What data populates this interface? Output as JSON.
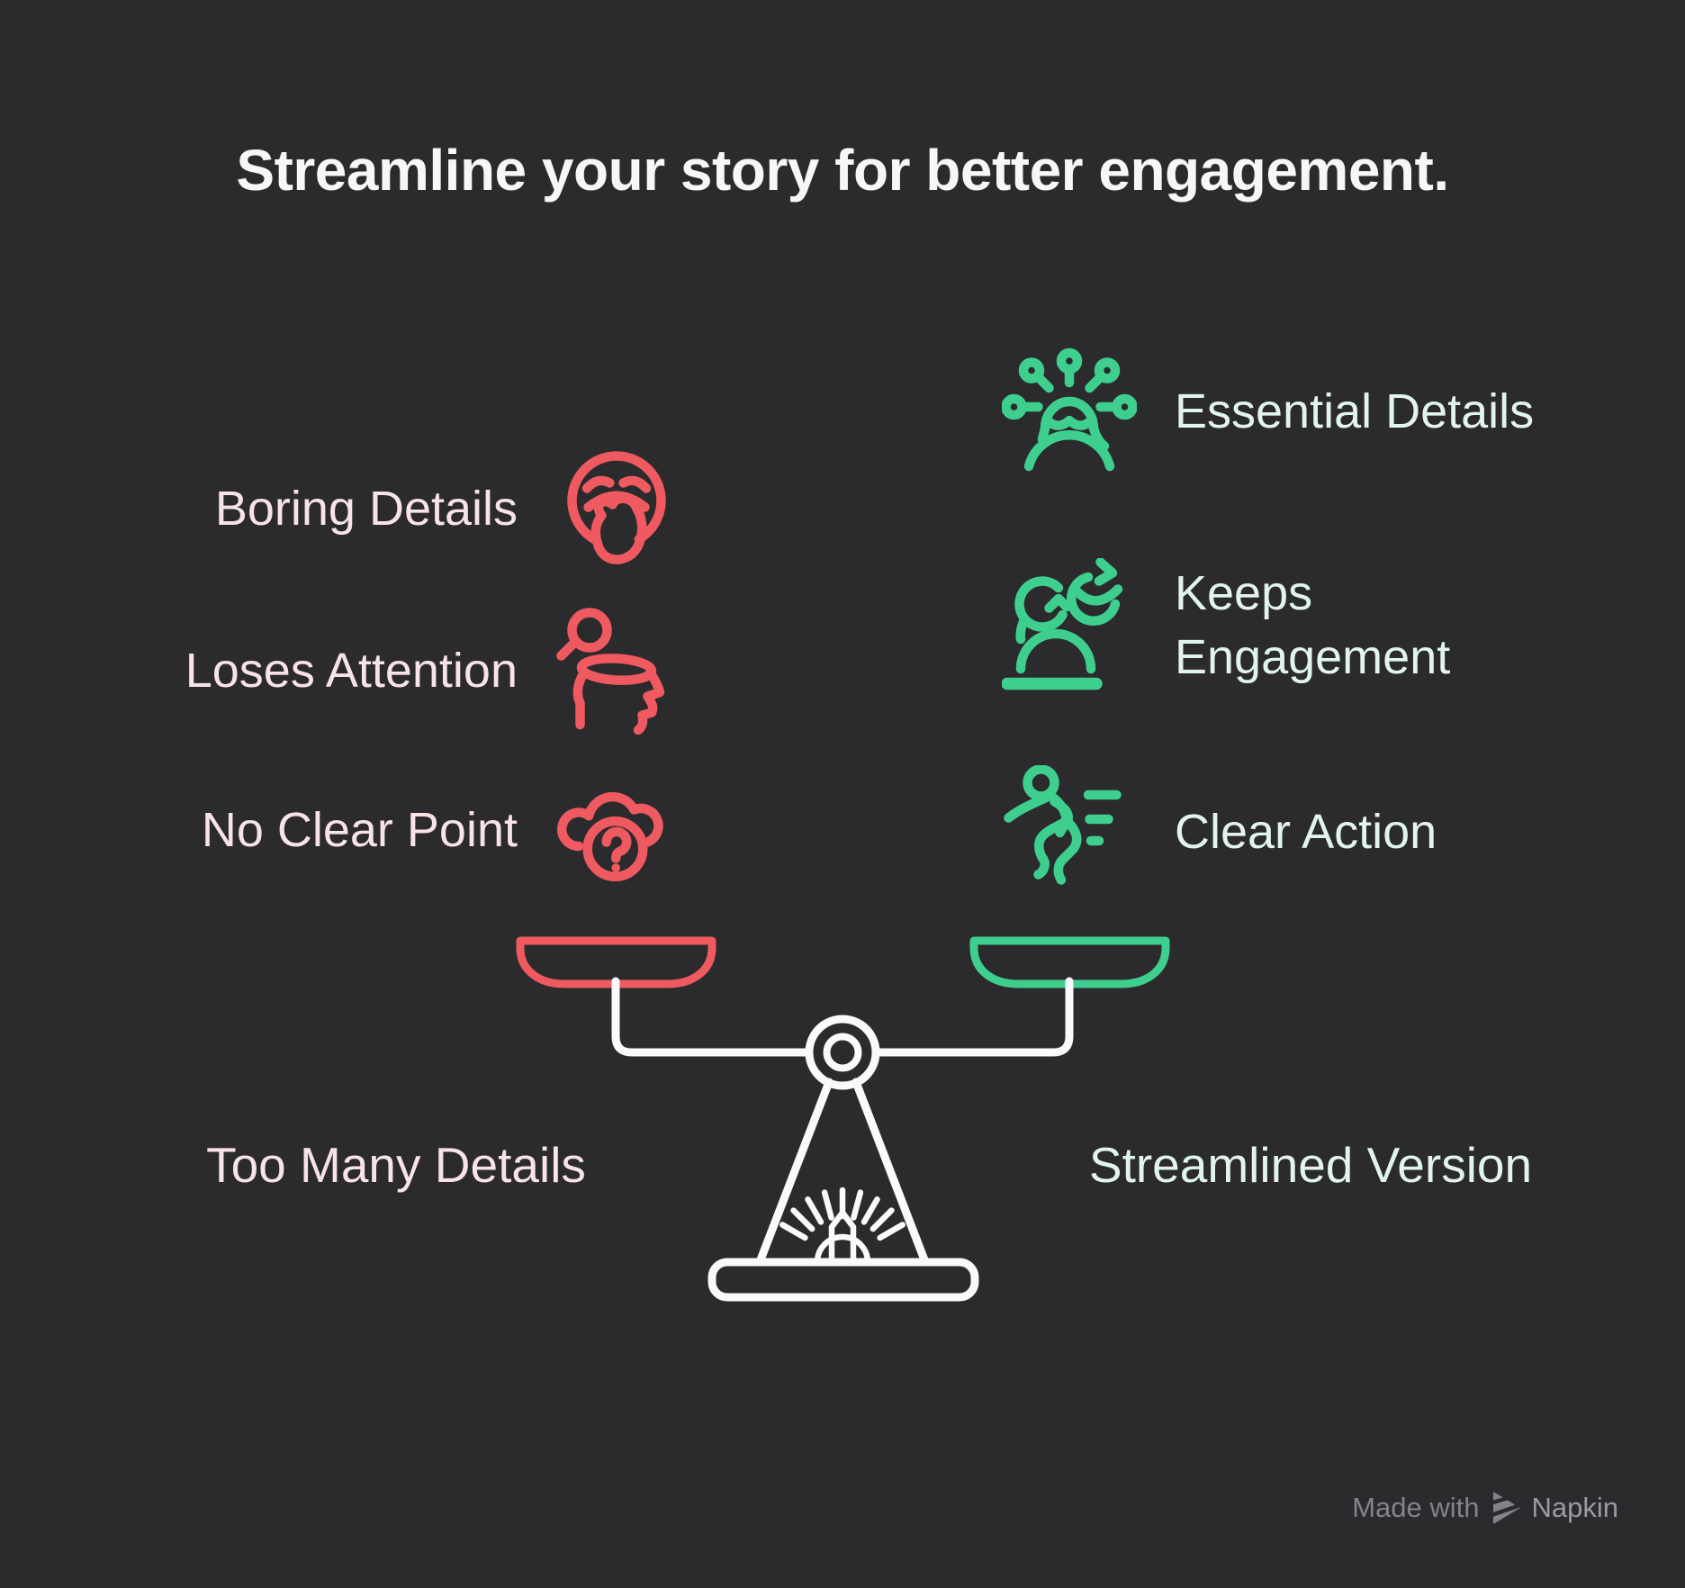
{
  "title": "Streamline your story for better engagement.",
  "colors": {
    "background": "#2b2a2c",
    "negative_accent": "#ee5a5f",
    "positive_accent": "#3ecf8e",
    "negative_text": "#f8e3e7",
    "positive_text": "#e2f5ec",
    "scale_color": "#fafafa",
    "title_color": "#f7f7f8",
    "watermark_color": "#84838a"
  },
  "negative_side": {
    "items": [
      {
        "label": "Boring Details",
        "icon": "yawning-face-icon"
      },
      {
        "label": "Loses Attention",
        "icon": "distracted-mind-icon"
      },
      {
        "label": "No Clear Point",
        "icon": "question-cloud-icon"
      }
    ],
    "pan_label": "Too Many Details"
  },
  "positive_side": {
    "items": [
      {
        "label": "Essential Details",
        "icon": "focused-mind-icon"
      },
      {
        "label": "Keeps Engagement",
        "icon": "engagement-cycle-icon"
      },
      {
        "label": "Clear Action",
        "icon": "running-person-icon"
      }
    ],
    "pan_label": "Streamlined Version"
  },
  "scale": {
    "icon": "balance-scale-icon"
  },
  "watermark": {
    "prefix": "Made with",
    "brand": "Napkin",
    "logo": "napkin-logo-icon"
  }
}
